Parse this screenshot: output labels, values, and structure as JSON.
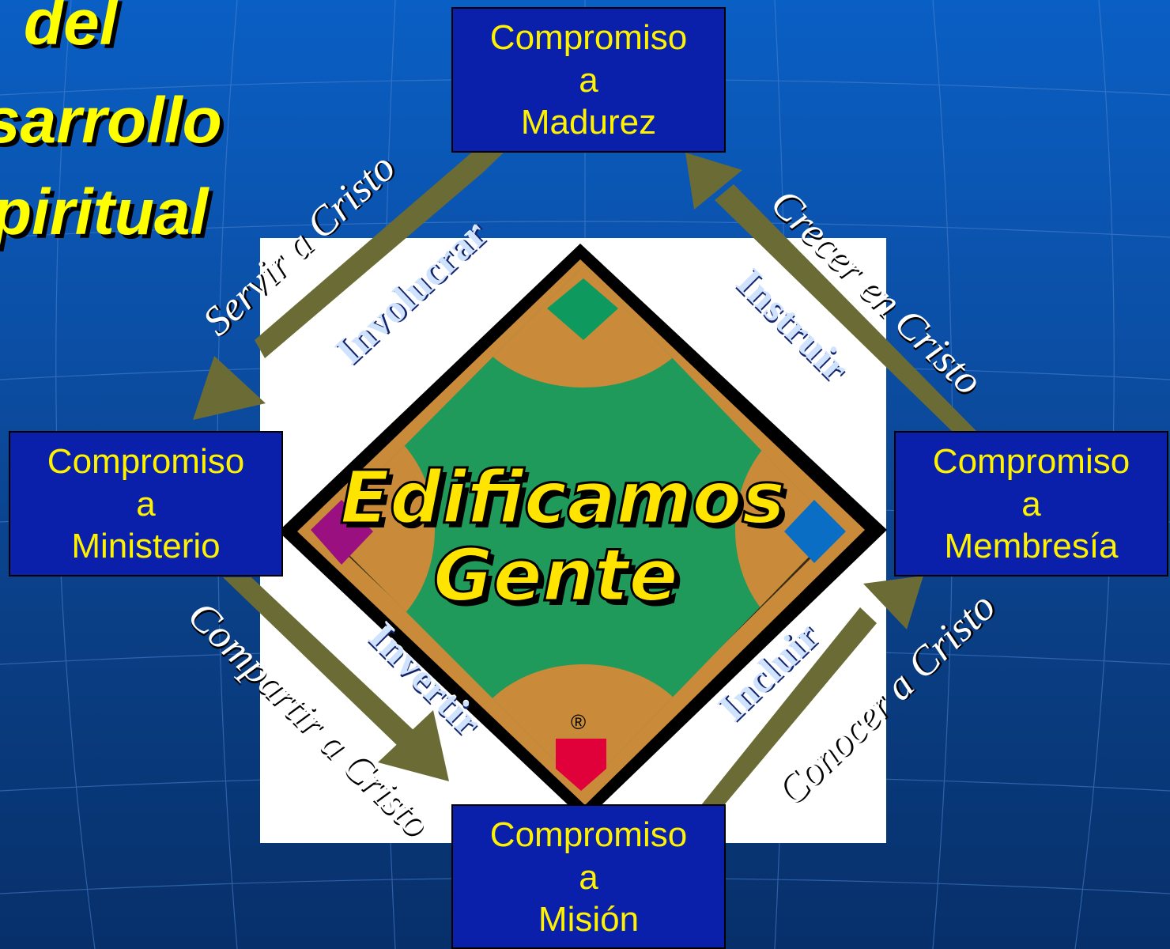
{
  "title_lines": [
    "del",
    "sarrollo",
    "piritual"
  ],
  "boxes": {
    "top": [
      "Compromiso",
      "a",
      "Madurez"
    ],
    "left": [
      "Compromiso",
      "a",
      "Ministerio"
    ],
    "right": [
      "Compromiso",
      "a",
      "Membresía"
    ],
    "bottom": [
      "Compromiso",
      "a",
      "Misión"
    ]
  },
  "arc_texts": {
    "upper_left": "Servir a Cristo",
    "upper_right": "Crecer en Cristo",
    "lower_left": "Compartir a Cristo",
    "lower_right": "Conocer a Cristo"
  },
  "verbs": {
    "upper_left": "Involucrar",
    "upper_right": "Instruir",
    "lower_left": "Invertir",
    "lower_right": "Incluir"
  },
  "logo": {
    "line1": "Edificamos",
    "line2": "Gente",
    "registered": "®"
  },
  "colors": {
    "box_fill": "#0a1faa",
    "box_text": "#fff200",
    "arrow": "#6b6b35",
    "field_green": "#1f9a5a",
    "dirt": "#c98a3a",
    "title": "#ffff00"
  }
}
